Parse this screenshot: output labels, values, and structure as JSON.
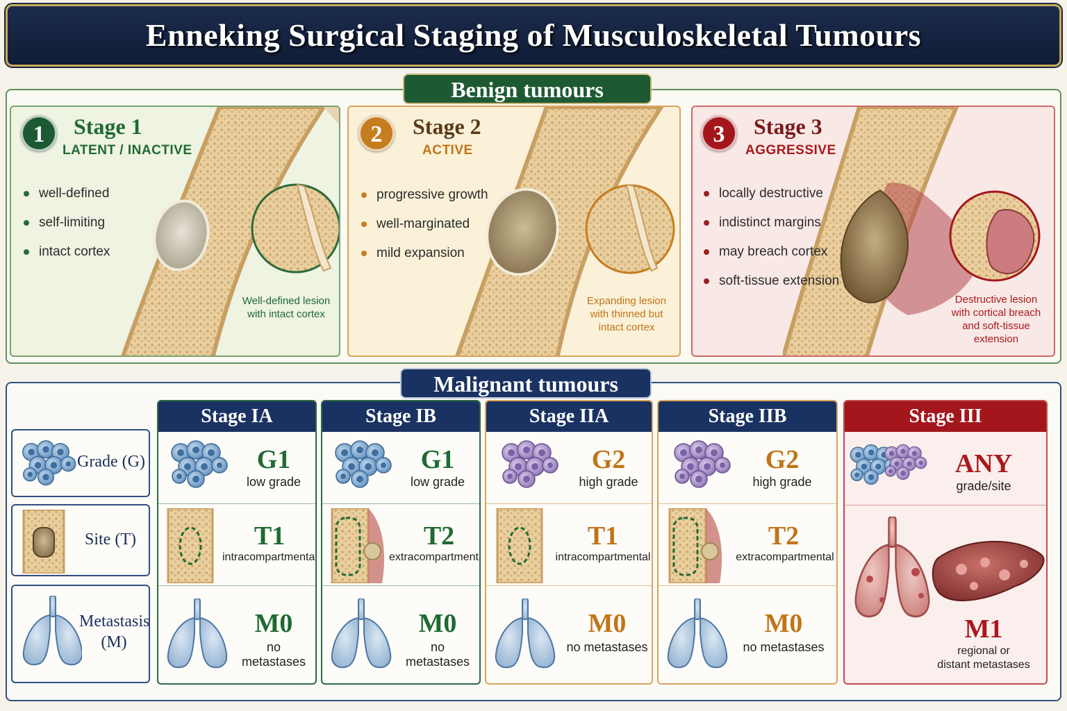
{
  "title": "Enneking Surgical Staging of Musculoskeletal Tumours",
  "benign": {
    "heading": "Benign tumours",
    "stages": [
      {
        "number": "1",
        "title": "Stage 1",
        "subtitle": "LATENT / INACTIVE",
        "color": "#1d5a33",
        "features": [
          "well-defined",
          "self-limiting",
          "intact cortex"
        ],
        "caption_lines": [
          "Well-defined lesion",
          "with intact cortex"
        ]
      },
      {
        "number": "2",
        "title": "Stage 2",
        "subtitle": "ACTIVE",
        "color": "#c67d1f",
        "features": [
          "progressive growth",
          "well-marginated",
          "mild expansion"
        ],
        "caption_lines": [
          "Expanding lesion",
          "with thinned but",
          "intact cortex"
        ]
      },
      {
        "number": "3",
        "title": "Stage 3",
        "subtitle": "AGGRESSIVE",
        "color": "#a3161c",
        "features": [
          "locally destructive",
          "indistinct margins",
          "may breach cortex",
          "soft-tissue extension"
        ],
        "caption_lines": [
          "Destructive lesion",
          "with cortical breach",
          "and soft-tissue",
          "extension"
        ]
      }
    ]
  },
  "malignant": {
    "heading": "Malignant tumours",
    "row_labels": {
      "grade": "Grade (G)",
      "site": "Site (T)",
      "metastasis_line1": "Metastasis",
      "metastasis_line2": "(M)"
    },
    "stages": [
      {
        "title": "Stage IA",
        "grade_code": "G1",
        "grade_desc": "low grade",
        "site_code": "T1",
        "site_desc": "intracompartmental",
        "met_code": "M0",
        "met_desc": "no metastases"
      },
      {
        "title": "Stage IB",
        "grade_code": "G1",
        "grade_desc": "low grade",
        "site_code": "T2",
        "site_desc": "extracompartmental",
        "met_code": "M0",
        "met_desc": "no metastases"
      },
      {
        "title": "Stage IIA",
        "grade_code": "G2",
        "grade_desc": "high grade",
        "site_code": "T1",
        "site_desc": "intracompartmental",
        "met_code": "M0",
        "met_desc": "no metastases"
      },
      {
        "title": "Stage IIB",
        "grade_code": "G2",
        "grade_desc": "high grade",
        "site_code": "T2",
        "site_desc": "extracompartmental",
        "met_code": "M0",
        "met_desc": "no metastases"
      }
    ],
    "stage3": {
      "title": "Stage III",
      "grade_code": "ANY",
      "grade_desc": "grade/site",
      "met_code": "M1",
      "met_desc_line1": "regional or",
      "met_desc_line2": "distant metastases"
    }
  },
  "colors": {
    "navy": "#1a3262",
    "benign_green": "#1d5a33",
    "active_orange": "#c67d1f",
    "aggressive_red": "#a3161c"
  }
}
